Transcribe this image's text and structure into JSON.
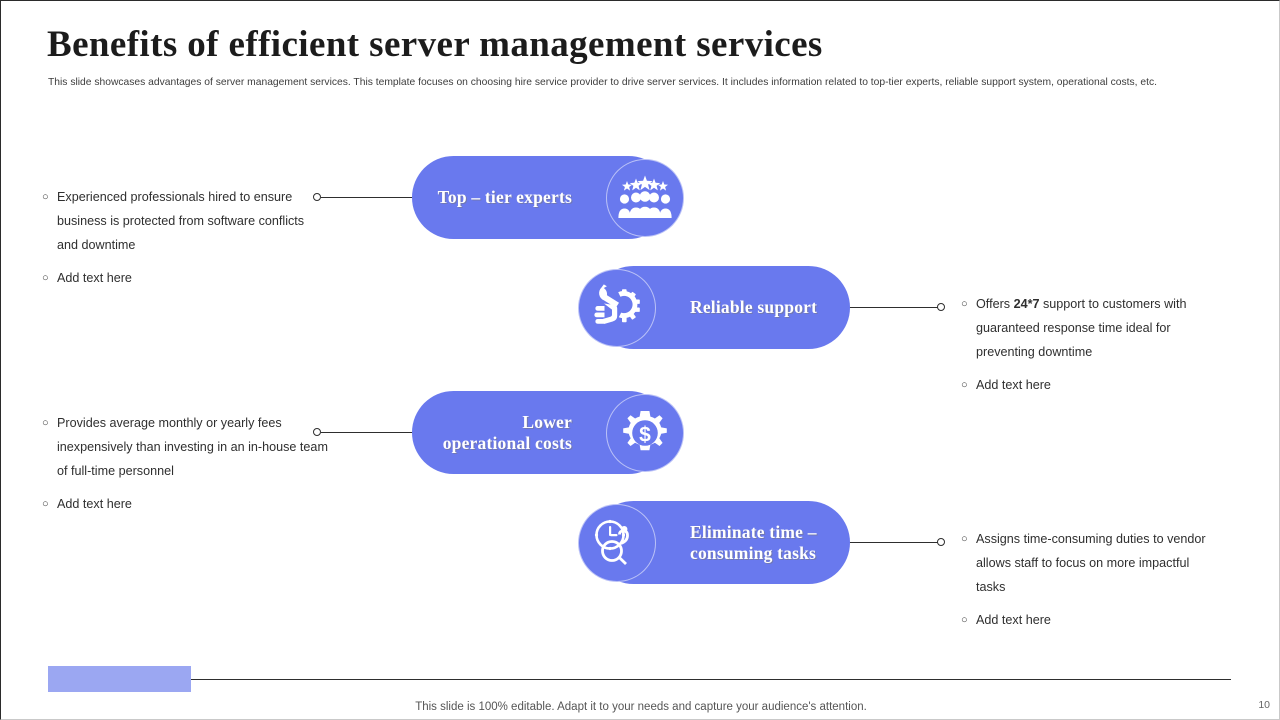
{
  "header": {
    "title": "Benefits of efficient server management services",
    "subtitle": "This slide showcases advantages of server management services. This template  focuses on choosing hire service provider to drive server services. It includes information related to top-tier experts, reliable support system, operational costs, etc."
  },
  "colors": {
    "pill_blue": "#6979ee",
    "footer_bar_blue": "#9ba7f2",
    "line_dark": "#2e2e2e",
    "text_dark": "#2f2f2f"
  },
  "items": [
    {
      "pill_label": "Top – tier experts",
      "icon_name": "star-rating-people-icon",
      "icon_side": "right",
      "text_side": "left",
      "bullets": [
        {
          "text": "Experienced professionals  hired to ensure  business  is protected from software  conflicts and  downtime",
          "bold": ""
        },
        {
          "text": "Add text here",
          "bold": ""
        }
      ]
    },
    {
      "pill_label": "Reliable support",
      "icon_name": "hand-wrench-gear-icon",
      "icon_side": "left",
      "text_side": "right",
      "bullets": [
        {
          "text": "Offers 24*7  support to customers with guaranteed  response  time ideal for preventing  downtime",
          "bold": "24*7"
        },
        {
          "text": "Add text here",
          "bold": ""
        }
      ]
    },
    {
      "pill_label": "Lower\noperational costs",
      "icon_name": "gear-dollar-icon",
      "icon_side": "right",
      "text_side": "left",
      "bullets": [
        {
          "text": "Provides  average  monthly or yearly fees inexpensively  than investing  in an in-house team of full-time  personnel",
          "bold": ""
        },
        {
          "text": "Add text here",
          "bold": ""
        }
      ]
    },
    {
      "pill_label": "Eliminate time –\nconsuming tasks",
      "icon_name": "clock-magnifier-icon",
      "icon_side": "left",
      "text_side": "right",
      "bullets": [
        {
          "text": "Assigns time-consuming  duties to vendor  allows staff to focus on  more impactful tasks",
          "bold": ""
        },
        {
          "text": "Add text here",
          "bold": ""
        }
      ]
    }
  ],
  "footer": {
    "note": "This slide is 100% editable. Adapt it to your needs and capture your audience's attention.",
    "page_number": "10"
  }
}
